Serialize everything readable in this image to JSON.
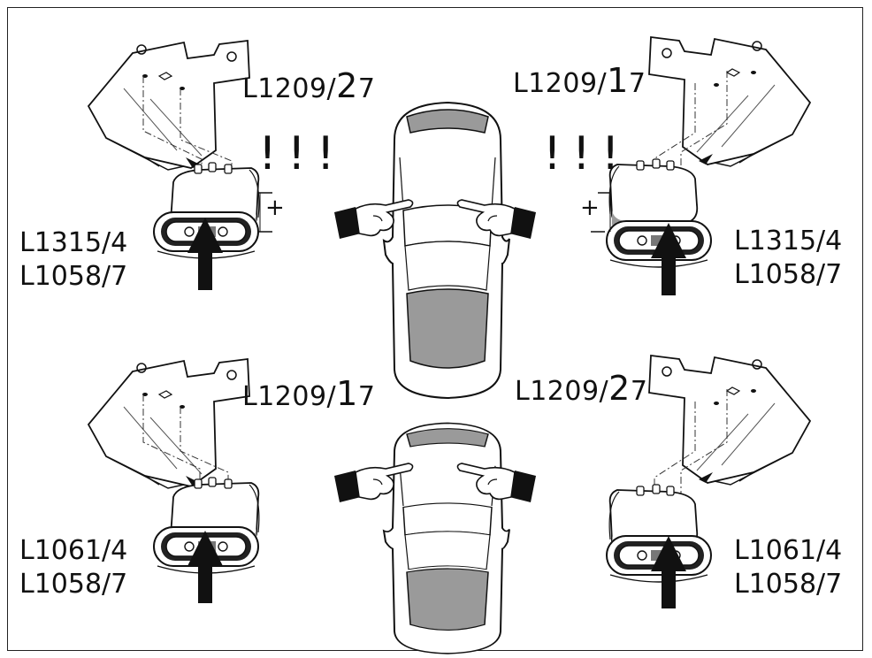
{
  "sections": [
    {
      "left_label_prefix": "L1209/",
      "left_label_big": "2",
      "left_label_suffix": "7",
      "right_label_prefix": "L1209/",
      "right_label_big": "1",
      "right_label_suffix": "7",
      "warning_left": "!!!",
      "warning_right": "!!!",
      "left_parts": [
        "L1315/4",
        "L1058/7"
      ],
      "right_parts": [
        "L1315/4",
        "L1058/7"
      ],
      "polarity_plus": "+",
      "polarity_minus": "–"
    },
    {
      "left_label_prefix": "L1209/",
      "left_label_big": "1",
      "left_label_suffix": "7",
      "right_label_prefix": "L1209/",
      "right_label_big": "2",
      "right_label_suffix": "7",
      "left_parts": [
        "L1061/4",
        "L1058/7"
      ],
      "right_parts": [
        "L1061/4",
        "L1058/7"
      ]
    }
  ],
  "colors": {
    "line": "#111111",
    "shade": "#9a9a9a",
    "light_shade": "#d0d0d0"
  }
}
